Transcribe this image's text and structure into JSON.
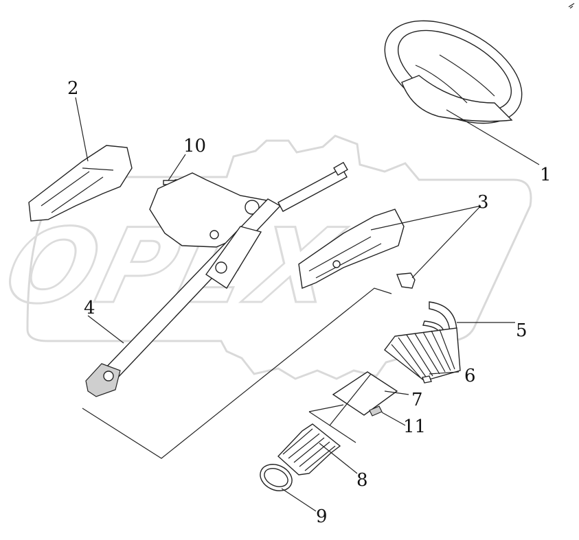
{
  "watermark": {
    "text": "OPEX"
  },
  "callouts": [
    {
      "id": "part-1",
      "label": "1"
    },
    {
      "id": "part-2",
      "label": "2"
    },
    {
      "id": "part-3",
      "label": "3"
    },
    {
      "id": "part-4",
      "label": "4"
    },
    {
      "id": "part-5",
      "label": "5"
    },
    {
      "id": "part-6",
      "label": "6"
    },
    {
      "id": "part-7",
      "label": "7"
    },
    {
      "id": "part-8",
      "label": "8"
    },
    {
      "id": "part-9",
      "label": "9"
    },
    {
      "id": "part-10",
      "label": "10"
    },
    {
      "id": "part-11",
      "label": "11"
    }
  ]
}
